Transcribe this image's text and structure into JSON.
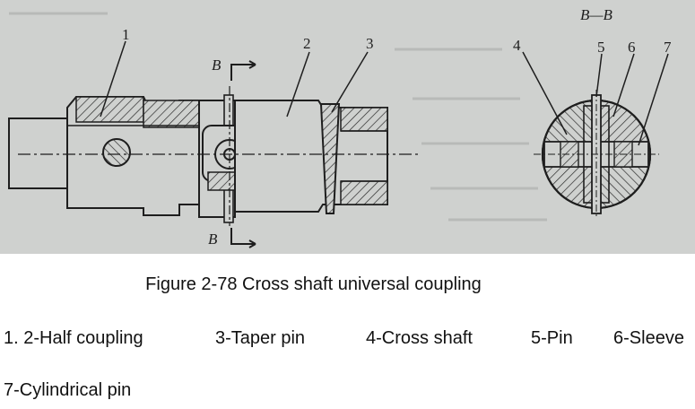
{
  "figure": {
    "section_label": "B—B",
    "cut_label_top": "B",
    "cut_label_bottom": "B",
    "callouts": [
      "1",
      "2",
      "3",
      "4",
      "5",
      "6",
      "7"
    ]
  },
  "caption": "Figure 2-78 Cross shaft universal coupling",
  "legend": {
    "line1": [
      "1. 2-Half coupling",
      "3-Taper pin",
      "4-Cross shaft",
      "5-Pin",
      "6-Sleeve"
    ],
    "line2": "7-Cylindrical pin"
  }
}
